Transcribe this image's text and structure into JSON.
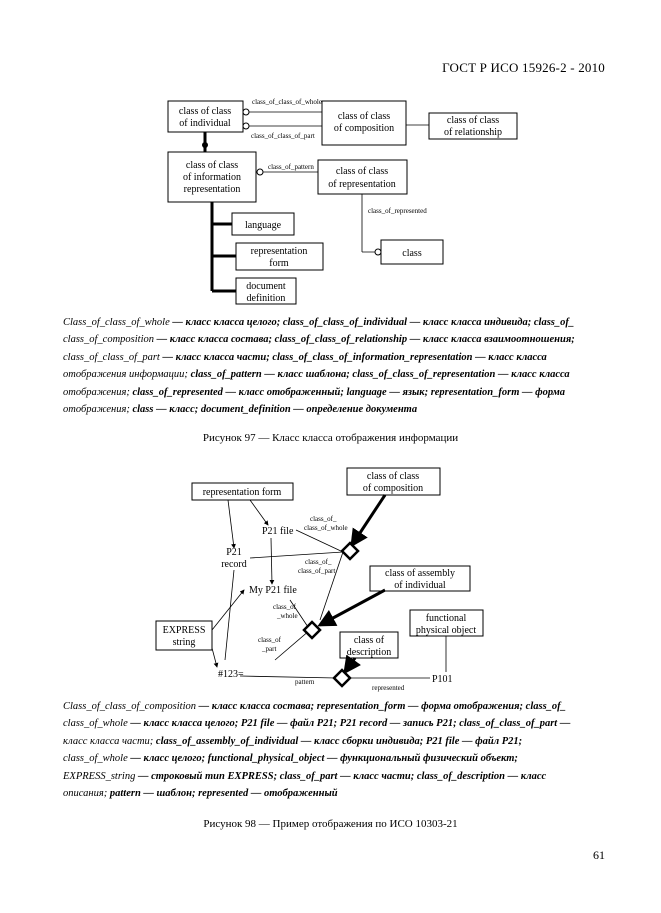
{
  "header": {
    "standard": "ГОСТ Р ИСО 15926-2 - 2010"
  },
  "figure97": {
    "boxes": {
      "individual": [
        "class  of  class",
        "of  individual"
      ],
      "composition": [
        "class  of  class",
        "of  composition"
      ],
      "relationship": [
        "class  of  class",
        "of  relationship"
      ],
      "information": [
        "class  of  class",
        "of  information",
        "representation"
      ],
      "representation": [
        "class  of  class",
        "of  representation"
      ],
      "language": "language",
      "repr_form": [
        "representation",
        "form"
      ],
      "doc_def": [
        "document",
        "definition"
      ],
      "class": "class"
    },
    "labels": {
      "whole": "class_of_class_of_whole",
      "part": "class_of_class_of_part",
      "pattern": "class_of_pattern",
      "represented": "class_of_represented"
    },
    "legend": [
      [
        {
          "t": "Class_of_class_of_whole",
          "b": 0
        },
        {
          "t": " — класс класса целого; class_of_class_of_individual — класс класса индивида; class_of_",
          "b": 1
        }
      ],
      [
        {
          "t": "class_of_composition",
          "b": 0
        },
        {
          "t": " — класс класса состава; class_of_class_of_relationship — класс класса взаимоотношения;",
          "b": 1
        }
      ],
      [
        {
          "t": "class_of_class_of_part",
          "b": 0
        },
        {
          "t": " — класс класса части; class_of_class_of_information_representation — класс класса",
          "b": 1
        }
      ],
      [
        {
          "t": "отображения информации; ",
          "b": 0
        },
        {
          "t": "class_of_pattern — класс шаблона; class_of_class_of_representation — класс класса",
          "b": 1
        }
      ],
      [
        {
          "t": "отображения; ",
          "b": 0
        },
        {
          "t": "class_of_represented — класс отображенный; language — язык; representation_form — форма",
          "b": 1
        }
      ],
      [
        {
          "t": "отображения; ",
          "b": 0
        },
        {
          "t": "class — класс; document_definition — определение документа",
          "b": 1
        }
      ]
    ],
    "caption": "Рисунок 97 — Класс класса отображения информации"
  },
  "figure98": {
    "boxes": {
      "repr_form": "representation  form",
      "composition": [
        "class  of  class",
        "of  composition"
      ],
      "assembly": [
        "class  of  assembly",
        "of  individual"
      ],
      "functional": [
        "functional",
        "physical  object"
      ],
      "express": [
        "EXPRESS",
        "string"
      ],
      "description": [
        "class  of",
        "description"
      ]
    },
    "labels": {
      "p21file": "P21  file",
      "p21record": [
        "P21",
        "record"
      ],
      "myp21file": "My  P21  file",
      "hash123": "#123=",
      "p101": "P101",
      "coc_whole": [
        "class_of_",
        "class_of_whole"
      ],
      "coc_part": [
        "class_of_",
        "class_of_part"
      ],
      "co_whole": [
        "class_of",
        "_whole"
      ],
      "co_part": [
        "class_of",
        "_part"
      ],
      "pattern": "pattern",
      "represented": "represented"
    },
    "legend": [
      [
        {
          "t": "Class_of_class_of_composition",
          "b": 0
        },
        {
          "t": " — класс класса состава; representation_form — форма отображения; class_of_",
          "b": 1
        }
      ],
      [
        {
          "t": "class_of_whole",
          "b": 0
        },
        {
          "t": " — класс класса целого; P21 file — файл P21; P21 record — запись P21; class_of_class_of_part —",
          "b": 1
        }
      ],
      [
        {
          "t": "класс класса части; ",
          "b": 0
        },
        {
          "t": "class_of_assembly_of_individual — класс сборки индивида; P21 file — файл P21;",
          "b": 1
        }
      ],
      [
        {
          "t": "class_of_whole",
          "b": 0
        },
        {
          "t": " — класс целого; functional_physical_object — функциональный физический объект;",
          "b": 1
        }
      ],
      [
        {
          "t": "EXPRESS_string",
          "b": 0
        },
        {
          "t": " — строковый тип EXPRESS; class_of_part — класс части; class_of_description — класс",
          "b": 1
        }
      ],
      [
        {
          "t": "описания; ",
          "b": 0
        },
        {
          "t": "pattern — шаблон; represented — отображенный",
          "b": 1
        }
      ]
    ],
    "caption": "Рисунок 98 — Пример отображения по ИСО 10303-21"
  },
  "page_number": "61"
}
